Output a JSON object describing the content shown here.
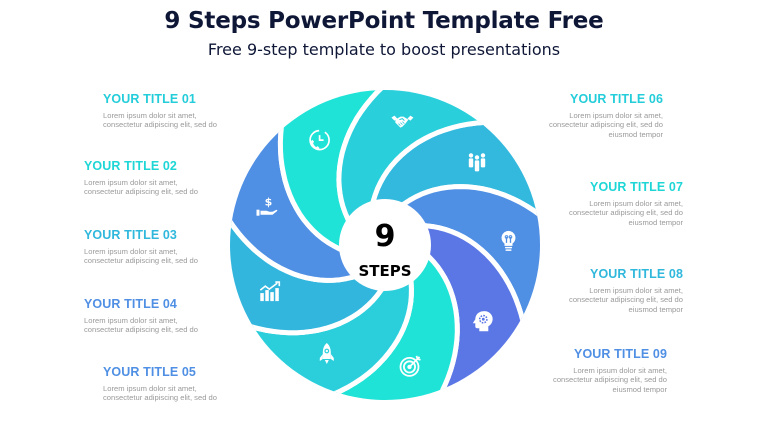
{
  "header": {
    "title": "9 Steps PowerPoint Template Free",
    "subtitle": "Free 9-step template to boost presentations"
  },
  "center": {
    "number": "9",
    "label": "STEPS"
  },
  "colors": {
    "heading": "#0f1737",
    "body_text": "#9a9a9a",
    "cyan": "#23d0d8",
    "teal": "#1ee3d6",
    "sky": "#33b6de",
    "blue": "#4f8fe4",
    "indigo": "#5b77e6"
  },
  "steps": [
    {
      "title": "YOUR TITLE 01",
      "text": "Lorem ipsum dolor sit amet, consectetur adipiscing elit, sed do",
      "color": "#23cdd9",
      "icon": "handshake-icon"
    },
    {
      "title": "YOUR TITLE 02",
      "text": "Lorem ipsum dolor sit amet, consectetur adipiscing elit, sed do",
      "color": "#1fe0d5",
      "icon": "phone-clock-icon"
    },
    {
      "title": "YOUR TITLE 03",
      "text": "Lorem ipsum dolor sit amet, consectetur adipiscing elit, sed do",
      "color": "#30b8dc",
      "icon": "hand-dollar-icon"
    },
    {
      "title": "YOUR TITLE 04",
      "text": "Lorem ipsum dolor sit amet, consectetur adipiscing elit, sed do",
      "color": "#4f8fe4",
      "icon": "growth-chart-icon"
    },
    {
      "title": "YOUR TITLE 05",
      "text": "Lorem ipsum dolor sit amet, consectetur adipiscing elit, sed do",
      "color": "#4f8fe4",
      "icon": "rocket-icon"
    },
    {
      "title": "YOUR TITLE 06",
      "text": "Lorem ipsum dolor sit amet, consectetur adipiscing elit, sed do eiusmod tempor",
      "color": "#23cdd9",
      "icon": "team-icon"
    },
    {
      "title": "YOUR TITLE 07",
      "text": "Lorem ipsum dolor sit amet, consectetur adipiscing elit, sed do eiusmod tempor",
      "color": "#1fe0d5",
      "icon": "lightbulb-icon"
    },
    {
      "title": "YOUR TITLE 08",
      "text": "Lorem ipsum dolor sit amet, consectetur adipiscing elit, sed do eiusmod tempor",
      "color": "#30b8dc",
      "icon": "head-gear-icon"
    },
    {
      "title": "YOUR TITLE 09",
      "text": "Lorem ipsum dolor sit amet, consectetur adipiscing elit, sed do eiusmod tempor",
      "color": "#4f8fe4",
      "icon": "target-icon"
    }
  ],
  "segments": [
    {
      "icon": "team-icon",
      "color": "#33b8de"
    },
    {
      "icon": "lightbulb-icon",
      "color": "#4f8fe4"
    },
    {
      "icon": "head-gear-icon",
      "color": "#5b77e6"
    },
    {
      "icon": "target-icon",
      "color": "#1ee3d6"
    },
    {
      "icon": "rocket-icon",
      "color": "#2bcfdc"
    },
    {
      "icon": "growth-chart-icon",
      "color": "#33b6de"
    },
    {
      "icon": "hand-dollar-icon",
      "color": "#4f8fe4"
    },
    {
      "icon": "phone-clock-icon",
      "color": "#1ee3d6"
    },
    {
      "icon": "handshake-icon",
      "color": "#29cfdb"
    }
  ]
}
